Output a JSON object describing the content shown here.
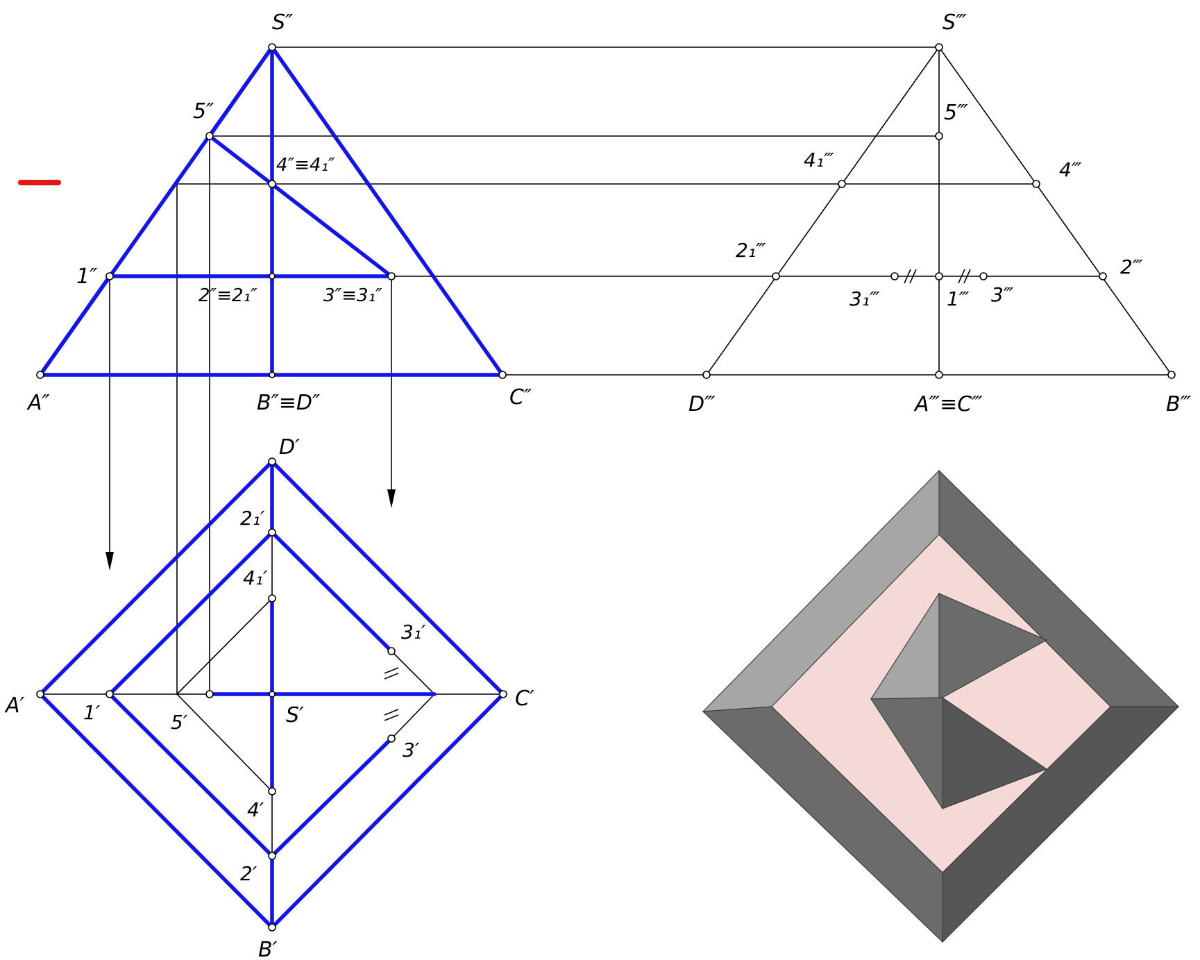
{
  "labels": {
    "S2": "S″",
    "S3": "S‴",
    "p5_2": "5″",
    "p5_3": "5‴",
    "p4_2": "4″≡4₁″",
    "p41_3": "4₁‴",
    "p4_3": "4‴",
    "p1_2": "1″",
    "p2_2": "2″≡2₁″",
    "p3_2": "3″≡3₁″",
    "p21_3": "2₁‴",
    "p2_3": "2‴",
    "p31_3": "3₁‴",
    "p1_3": "1‴",
    "p3_3": "3‴",
    "A2": "A″",
    "BD2": "B″≡D″",
    "C2": "C″",
    "D3": "D‴",
    "AC3": "A‴≡C‴",
    "B3": "B‴",
    "D1": "D′",
    "p21_1": "2₁′",
    "p41_1": "4₁′",
    "p31_1": "3₁′",
    "A1": "A′",
    "p1_1": "1′",
    "p5_1": "5′",
    "S1": "S′",
    "C1": "C′",
    "p3_1": "3′",
    "p4_1": "4′",
    "p2_1": "2′",
    "B1": "B′"
  },
  "colors": {
    "cut_lines": "#1414e6",
    "construction": "#000000",
    "marker": "#e01818",
    "face_light": "#a6a6a6",
    "face_mid": "#6b6b6b",
    "face_dark": "#565656",
    "cut_face": "#f4d9d7"
  },
  "icons": {
    "marker": "red-dash-marker",
    "model": "pyramid-3d-render"
  }
}
